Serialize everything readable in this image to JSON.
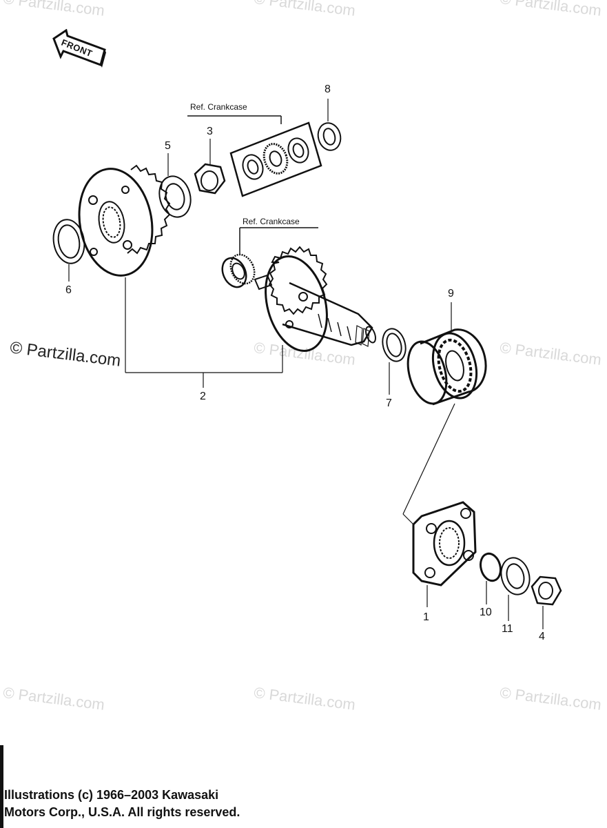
{
  "watermarks": {
    "text": "© Partzilla.com"
  },
  "front_label": "FRONT",
  "refs": {
    "crankcase_top": "Ref. Crankcase",
    "crankcase_mid": "Ref. Crankcase"
  },
  "callouts": {
    "c1": "1",
    "c2": "2",
    "c3": "3",
    "c4": "4",
    "c5": "5",
    "c6": "6",
    "c7": "7",
    "c8": "8",
    "c9": "9",
    "c10": "10",
    "c11": "11"
  },
  "copyright": {
    "line1": "Illustrations (c) 1966–2003 Kawasaki",
    "line2": "Motors Corp., U.S.A.  All rights reserved."
  }
}
